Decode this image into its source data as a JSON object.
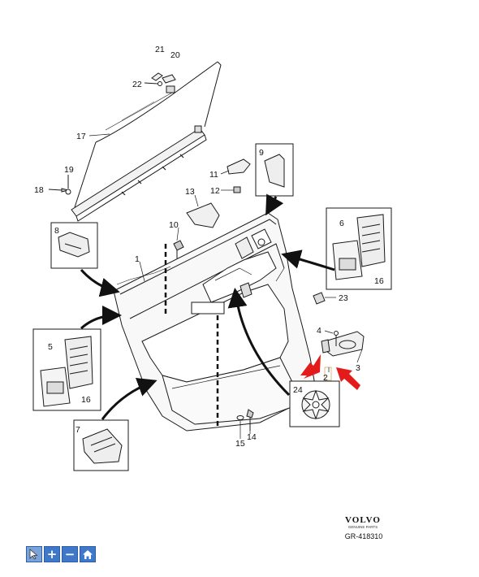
{
  "callouts": {
    "c1": "1",
    "c2": "2",
    "c3": "3",
    "c4": "4",
    "c5": "5",
    "c6": "6",
    "c7": "7",
    "c8": "8",
    "c9": "9",
    "c10": "10",
    "c11": "11",
    "c12": "12",
    "c13": "13",
    "c14": "14",
    "c15": "15",
    "c16a": "16",
    "c16b": "16",
    "c17": "17",
    "c18": "18",
    "c19": "19",
    "c20": "20",
    "c21": "21",
    "c22": "22",
    "c23": "23",
    "c24": "24"
  },
  "brand": {
    "name": "VOLVO",
    "tagline": "GENUINE PARTS",
    "reference": "GR-418310"
  },
  "toolbar": [
    {
      "name": "select-tool",
      "icon": "cursor-icon"
    },
    {
      "name": "zoom-in",
      "icon": "plus-icon"
    },
    {
      "name": "zoom-out",
      "icon": "minus-icon"
    },
    {
      "name": "home",
      "icon": "home-icon"
    }
  ],
  "colors": {
    "line": "#1a1a1a",
    "accent_arrow": "#e31b1b",
    "toolbar": "#3f78c8"
  }
}
